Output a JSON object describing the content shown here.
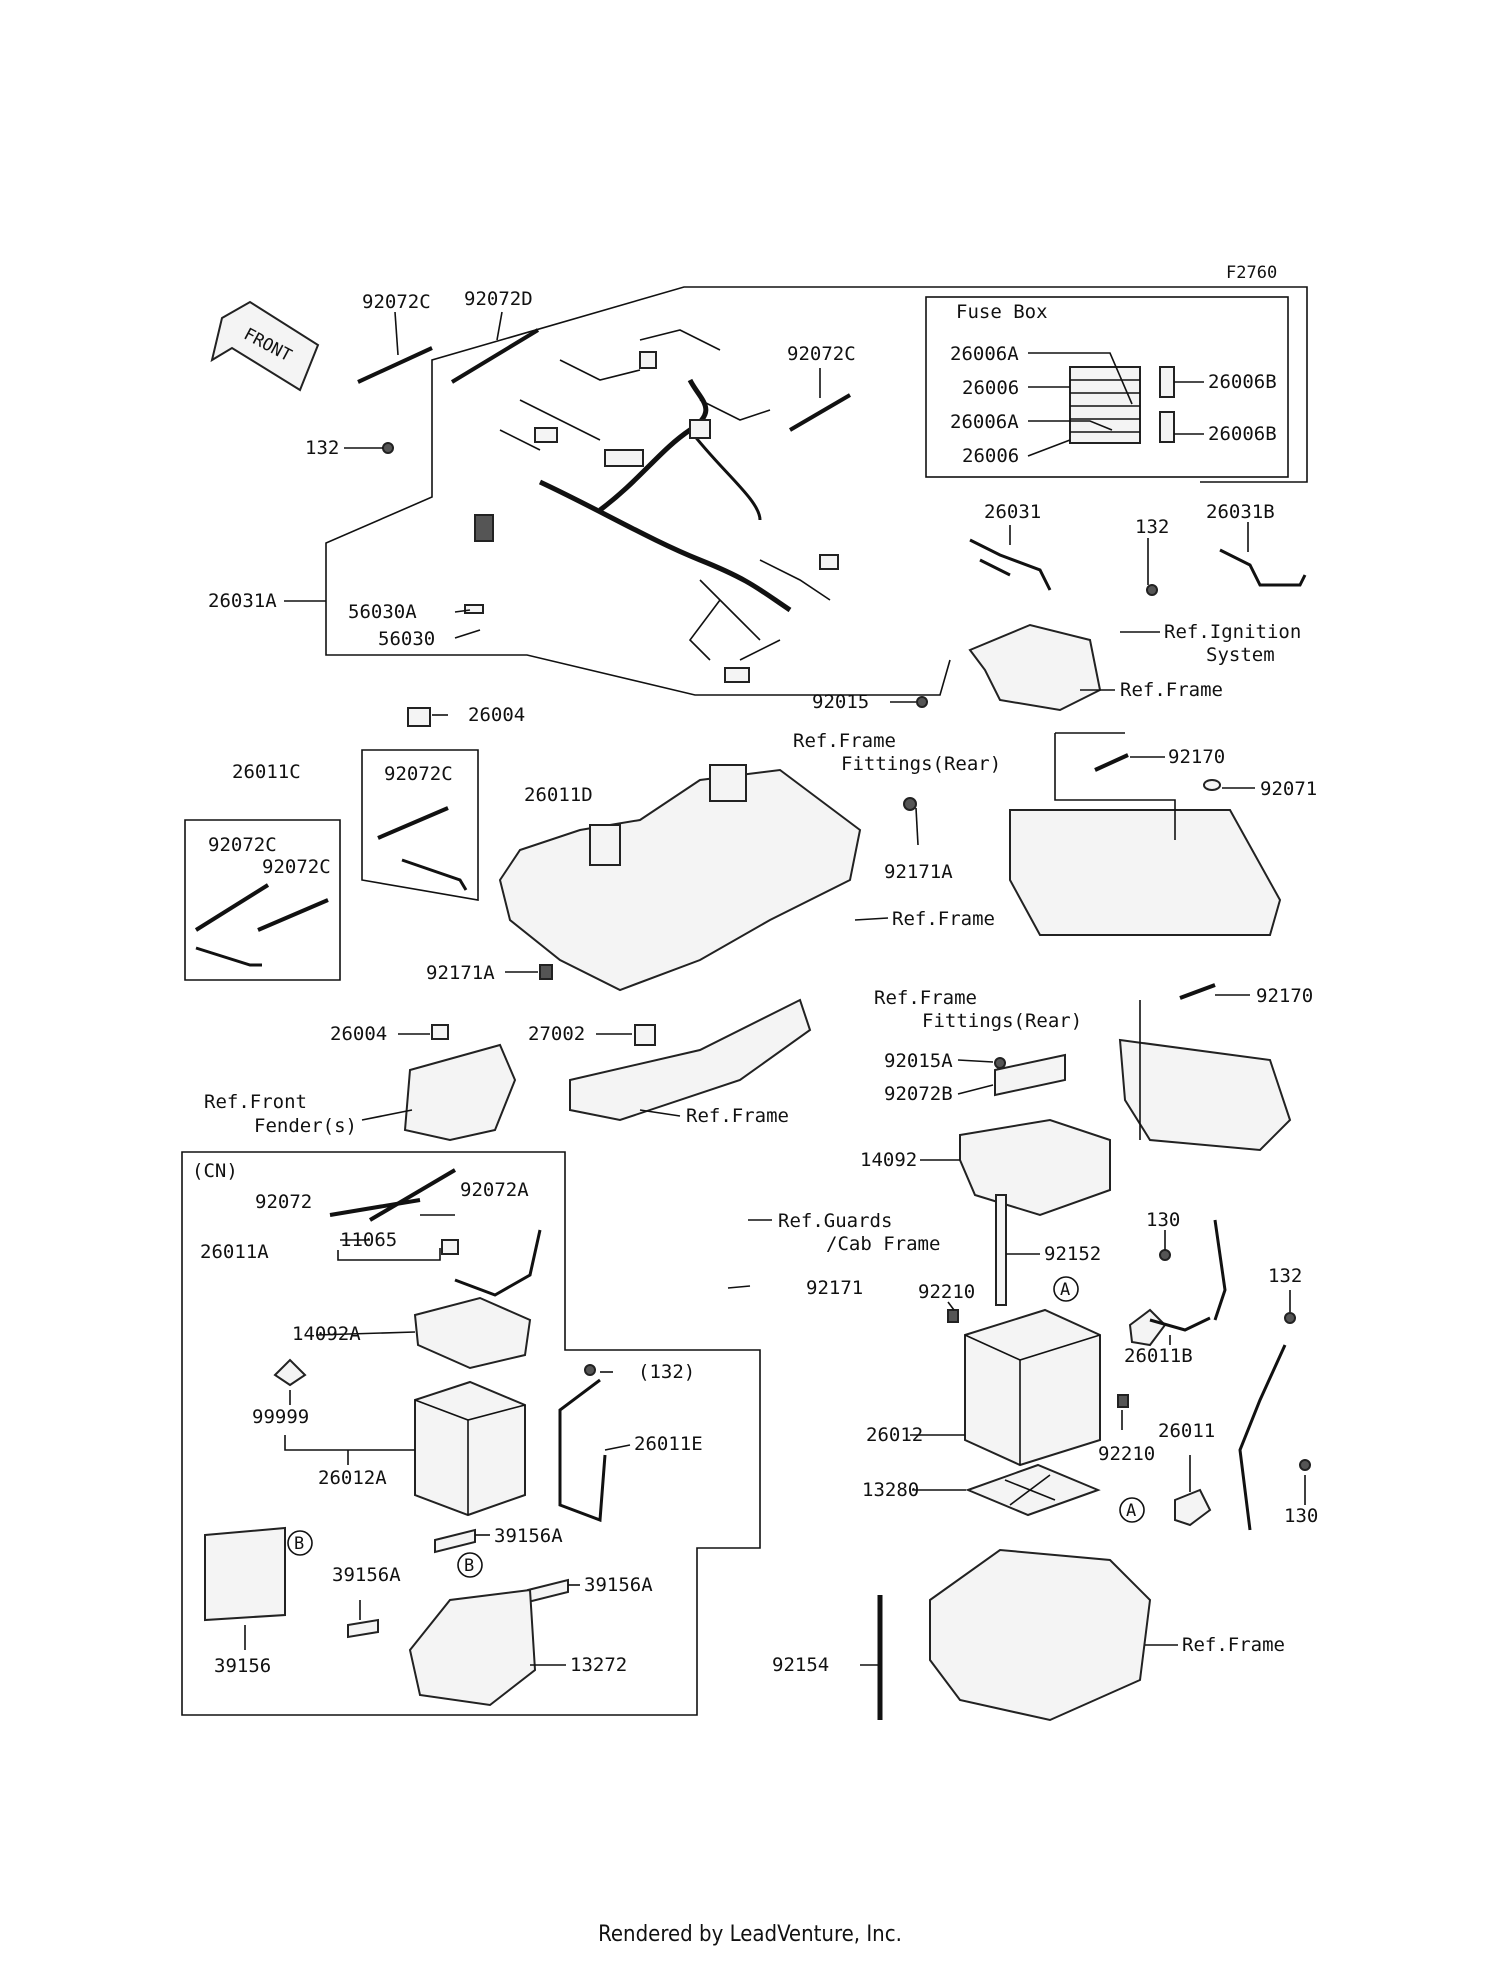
{
  "diagram_id": "F2760",
  "front_arrow": "FRONT",
  "fuse_box": {
    "title": "Fuse Box",
    "left_labels": [
      "26006A",
      "26006",
      "26006A",
      "26006"
    ],
    "right_labels": [
      "26006B",
      "26006B"
    ]
  },
  "labels": {
    "l92072c_a": "92072C",
    "l92072d": "92072D",
    "l92072c_b": "92072C",
    "l132_a": "132",
    "l26031a": "26031A",
    "l56030a": "56030A",
    "l56030": "56030",
    "l26004_a": "26004",
    "l92015": "92015",
    "l26031": "26031",
    "l132_b": "132",
    "l26031b": "26031B",
    "ref_ignition_1": "Ref.Ignition",
    "ref_ignition_2": "System",
    "ref_frame_a": "Ref.Frame",
    "ref_frame_fit_1": "Ref.Frame",
    "ref_frame_fit_2": "Fittings(Rear)",
    "l92170_a": "92170",
    "l92071": "92071",
    "l26011c": "26011C",
    "l92072c_c": "92072C",
    "l26011d": "26011D",
    "l92072c_d": "92072C",
    "l92072c_e": "92072C",
    "l92171a_a": "92171A",
    "ref_frame_b": "Ref.Frame",
    "l92171a_b": "92171A",
    "ref_frame_fit2_1": "Ref.Frame",
    "ref_frame_fit2_2": "Fittings(Rear)",
    "l92170_b": "92170",
    "l26004_b": "26004",
    "l27002": "27002",
    "ref_front_1": "Ref.Front",
    "ref_front_2": "Fender(s)",
    "ref_frame_c": "Ref.Frame",
    "l92015a": "92015A",
    "l92072b": "92072B",
    "l14092": "14092",
    "cn": "(CN)",
    "l92072": "92072",
    "l92072a": "92072A",
    "l26011a": "26011A",
    "l11065": "11065",
    "l14092a": "14092A",
    "ref_guards_1": "Ref.Guards",
    "ref_guards_2": "/Cab Frame",
    "l92171": "92171",
    "l92152": "92152",
    "l130_a": "130",
    "l92210_a": "92210",
    "l132_c": "132",
    "l26011b": "26011B",
    "l132_d": "(132)",
    "l99999": "99999",
    "l26011e": "26011E",
    "l26012": "26012",
    "l92210_b": "92210",
    "l26011": "26011",
    "l26012a": "26012A",
    "l13280": "13280",
    "l130_b": "130",
    "l39156a_a": "39156A",
    "l39156a_b": "39156A",
    "l39156a_c": "39156A",
    "l39156": "39156",
    "l13272": "13272",
    "l92154": "92154",
    "ref_frame_d": "Ref.Frame"
  },
  "callouts": {
    "a": "A",
    "b": "B"
  },
  "footer": "Rendered by LeadVenture, Inc."
}
